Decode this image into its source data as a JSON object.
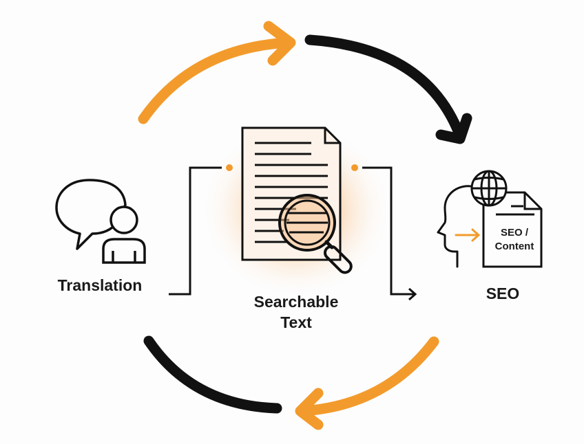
{
  "labels": {
    "translation": "Translation",
    "searchable_line1": "Searchable",
    "searchable_line2": "Text",
    "seo": "SEO",
    "seo_doc_line1": "SEO /",
    "seo_doc_line2": "Content"
  },
  "colors": {
    "accent": "#f29b2c",
    "ink": "#111111",
    "glow": "#f6a14a",
    "background": "#fdfdfd"
  },
  "icons": [
    "speech-bubble-icon",
    "person-icon",
    "document-icon",
    "magnifier-icon",
    "globe-icon",
    "head-profile-icon",
    "seo-document-icon"
  ]
}
